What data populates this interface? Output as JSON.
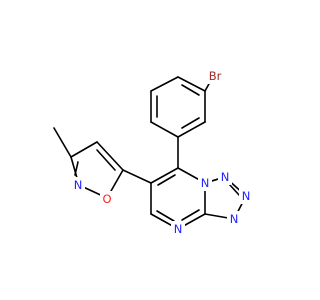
{
  "atom_colors": {
    "N": "#2222ff",
    "O": "#ff2020",
    "Br": "#a52a2a"
  },
  "labels": {
    "bromine": "Br",
    "isoxazole_oxygen": "O",
    "isoxazole_nitrogen": "N",
    "triazole_n1": "N",
    "triazole_n2": "N",
    "triazole_n3": "N",
    "pyrimidine_n": "N",
    "bridgehead_n": "N"
  }
}
